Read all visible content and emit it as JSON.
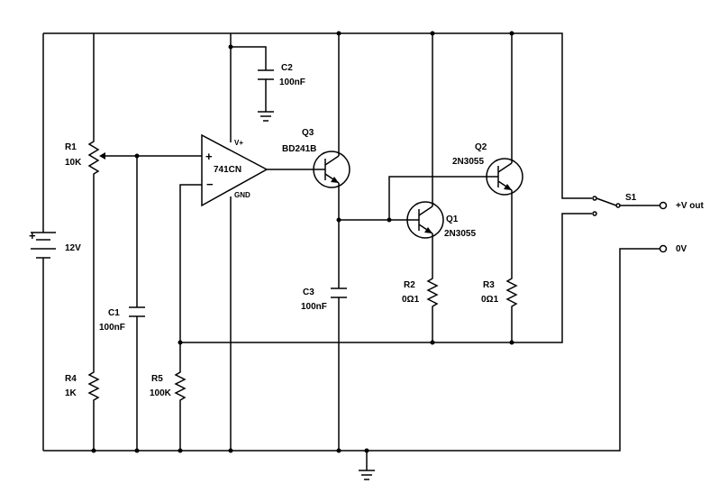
{
  "components": {
    "battery": {
      "designator": "",
      "value": "12V",
      "polarity": "+"
    },
    "r1": {
      "designator": "R1",
      "value": "10K"
    },
    "r4": {
      "designator": "R4",
      "value": "1K"
    },
    "r5": {
      "designator": "R5",
      "value": "100K"
    },
    "c1": {
      "designator": "C1",
      "value": "100nF"
    },
    "c2": {
      "designator": "C2",
      "value": "100nF"
    },
    "c3": {
      "designator": "C3",
      "value": "100nF"
    },
    "opamp": {
      "designator": "",
      "value": "741CN",
      "pin_vplus": "V+",
      "pin_gnd": "GND",
      "in_plus": "+",
      "in_minus": "−"
    },
    "q3": {
      "designator": "Q3",
      "value": "BD241B"
    },
    "q1": {
      "designator": "Q1",
      "value": "2N3055"
    },
    "q2": {
      "designator": "Q2",
      "value": "2N3055"
    },
    "r2": {
      "designator": "R2",
      "value": "0Ω1"
    },
    "r3": {
      "designator": "R3",
      "value": "0Ω1"
    },
    "s1": {
      "designator": "S1"
    }
  },
  "terminals": {
    "vout": "+V out",
    "zero": "0V"
  }
}
